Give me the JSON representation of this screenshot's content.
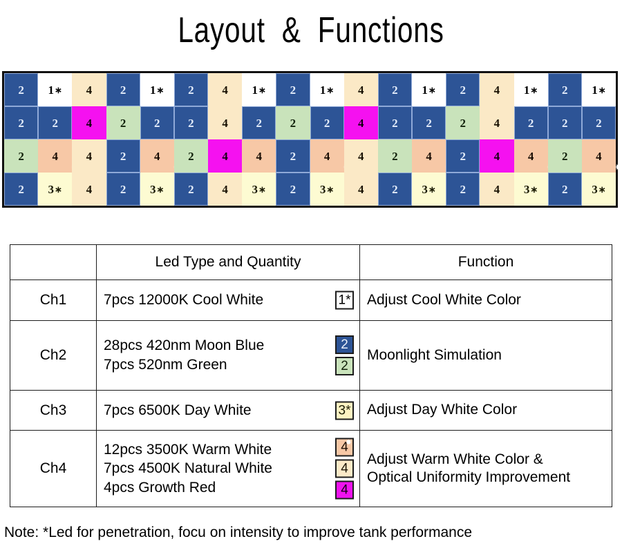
{
  "title": "Layout  &  Functions",
  "legend_colors": {
    "blue": "#2d5496",
    "white": "#ffffff",
    "green": "#c9e3bb",
    "peach": "#f7c8a6",
    "cream": "#fbe9c6",
    "light_yellow": "#fdfbd2",
    "magenta": "#f511f0"
  },
  "led_grid": {
    "columns": 18,
    "rows": 4,
    "cells": [
      [
        {
          "label": "2",
          "star": false,
          "color": "blue"
        },
        {
          "label": "1",
          "star": true,
          "color": "white"
        },
        {
          "label": "4",
          "star": false,
          "color": "cream"
        },
        {
          "label": "2",
          "star": false,
          "color": "blue"
        },
        {
          "label": "1",
          "star": true,
          "color": "white"
        },
        {
          "label": "2",
          "star": false,
          "color": "blue"
        },
        {
          "label": "4",
          "star": false,
          "color": "cream"
        },
        {
          "label": "1",
          "star": true,
          "color": "white"
        },
        {
          "label": "2",
          "star": false,
          "color": "blue"
        },
        {
          "label": "1",
          "star": true,
          "color": "white"
        },
        {
          "label": "4",
          "star": false,
          "color": "cream"
        },
        {
          "label": "2",
          "star": false,
          "color": "blue"
        },
        {
          "label": "1",
          "star": true,
          "color": "white"
        },
        {
          "label": "2",
          "star": false,
          "color": "blue"
        },
        {
          "label": "4",
          "star": false,
          "color": "cream"
        },
        {
          "label": "1",
          "star": true,
          "color": "white"
        },
        {
          "label": "2",
          "star": false,
          "color": "blue"
        },
        {
          "label": "1",
          "star": true,
          "color": "white"
        }
      ],
      [
        {
          "label": "2",
          "star": false,
          "color": "blue"
        },
        {
          "label": "2",
          "star": false,
          "color": "blue"
        },
        {
          "label": "4",
          "star": false,
          "color": "magenta"
        },
        {
          "label": "2",
          "star": false,
          "color": "green"
        },
        {
          "label": "2",
          "star": false,
          "color": "blue"
        },
        {
          "label": "2",
          "star": false,
          "color": "blue"
        },
        {
          "label": "4",
          "star": false,
          "color": "cream"
        },
        {
          "label": "2",
          "star": false,
          "color": "blue"
        },
        {
          "label": "2",
          "star": false,
          "color": "green"
        },
        {
          "label": "2",
          "star": false,
          "color": "blue"
        },
        {
          "label": "4",
          "star": false,
          "color": "magenta"
        },
        {
          "label": "2",
          "star": false,
          "color": "blue"
        },
        {
          "label": "2",
          "star": false,
          "color": "blue"
        },
        {
          "label": "2",
          "star": false,
          "color": "green"
        },
        {
          "label": "4",
          "star": false,
          "color": "cream"
        },
        {
          "label": "2",
          "star": false,
          "color": "blue"
        },
        {
          "label": "2",
          "star": false,
          "color": "blue"
        },
        {
          "label": "2",
          "star": false,
          "color": "blue"
        }
      ],
      [
        {
          "label": "2",
          "star": false,
          "color": "green"
        },
        {
          "label": "4",
          "star": false,
          "color": "peach",
          "sparkle": true
        },
        {
          "label": "4",
          "star": false,
          "color": "cream"
        },
        {
          "label": "2",
          "star": false,
          "color": "blue"
        },
        {
          "label": "4",
          "star": false,
          "color": "peach",
          "sparkle": true
        },
        {
          "label": "2",
          "star": false,
          "color": "green"
        },
        {
          "label": "4",
          "star": false,
          "color": "magenta"
        },
        {
          "label": "4",
          "star": false,
          "color": "peach",
          "sparkle": true
        },
        {
          "label": "2",
          "star": false,
          "color": "blue"
        },
        {
          "label": "4",
          "star": false,
          "color": "peach",
          "sparkle": true
        },
        {
          "label": "4",
          "star": false,
          "color": "cream"
        },
        {
          "label": "2",
          "star": false,
          "color": "green"
        },
        {
          "label": "4",
          "star": false,
          "color": "peach",
          "sparkle": true
        },
        {
          "label": "2",
          "star": false,
          "color": "blue"
        },
        {
          "label": "4",
          "star": false,
          "color": "magenta"
        },
        {
          "label": "4",
          "star": false,
          "color": "peach",
          "sparkle": true
        },
        {
          "label": "2",
          "star": false,
          "color": "green"
        },
        {
          "label": "4",
          "star": false,
          "color": "peach",
          "sparkle": true
        }
      ],
      [
        {
          "label": "2",
          "star": false,
          "color": "blue"
        },
        {
          "label": "3",
          "star": true,
          "color": "light_yellow"
        },
        {
          "label": "4",
          "star": false,
          "color": "cream"
        },
        {
          "label": "2",
          "star": false,
          "color": "blue"
        },
        {
          "label": "3",
          "star": true,
          "color": "light_yellow"
        },
        {
          "label": "2",
          "star": false,
          "color": "blue"
        },
        {
          "label": "4",
          "star": false,
          "color": "cream"
        },
        {
          "label": "3",
          "star": true,
          "color": "light_yellow"
        },
        {
          "label": "2",
          "star": false,
          "color": "blue"
        },
        {
          "label": "3",
          "star": true,
          "color": "light_yellow"
        },
        {
          "label": "4",
          "star": false,
          "color": "cream"
        },
        {
          "label": "2",
          "star": false,
          "color": "blue"
        },
        {
          "label": "3",
          "star": true,
          "color": "light_yellow"
        },
        {
          "label": "2",
          "star": false,
          "color": "blue"
        },
        {
          "label": "4",
          "star": false,
          "color": "cream"
        },
        {
          "label": "3",
          "star": true,
          "color": "light_yellow"
        },
        {
          "label": "2",
          "star": false,
          "color": "blue"
        },
        {
          "label": "3",
          "star": true,
          "color": "light_yellow"
        }
      ]
    ]
  },
  "table": {
    "headers": {
      "channel": "",
      "led": "Led Type and Quantity",
      "function": "Function"
    },
    "rows": [
      {
        "channel": "Ch1",
        "led_lines": [
          "7pcs 12000K Cool White"
        ],
        "badges": [
          {
            "label": "1",
            "star": true,
            "color": "white"
          }
        ],
        "function_lines": [
          "Adjust Cool White Color"
        ]
      },
      {
        "channel": "Ch2",
        "led_lines": [
          "28pcs 420nm Moon Blue",
          "7pcs 520nm Green"
        ],
        "badges": [
          {
            "label": "2",
            "star": false,
            "color": "blue"
          },
          {
            "label": "2",
            "star": false,
            "color": "green"
          }
        ],
        "function_lines": [
          "Moonlight Simulation"
        ]
      },
      {
        "channel": "Ch3",
        "led_lines": [
          "7pcs 6500K Day White"
        ],
        "badges": [
          {
            "label": "3",
            "star": true,
            "color": "light_yellow"
          }
        ],
        "function_lines": [
          "Adjust Day White Color"
        ]
      },
      {
        "channel": "Ch4",
        "led_lines": [
          "12pcs 3500K Warm White",
          "7pcs 4500K Natural White",
          "4pcs Growth Red"
        ],
        "badges": [
          {
            "label": "4",
            "star": false,
            "color": "peach",
            "sparkle": true
          },
          {
            "label": "4",
            "star": false,
            "color": "cream"
          },
          {
            "label": "4",
            "star": false,
            "color": "magenta"
          }
        ],
        "function_lines": [
          "Adjust Warm White Color &",
          "Optical Uniformity Improvement"
        ]
      }
    ]
  },
  "note": "Note: *Led for penetration, focu on intensity to improve tank performance"
}
